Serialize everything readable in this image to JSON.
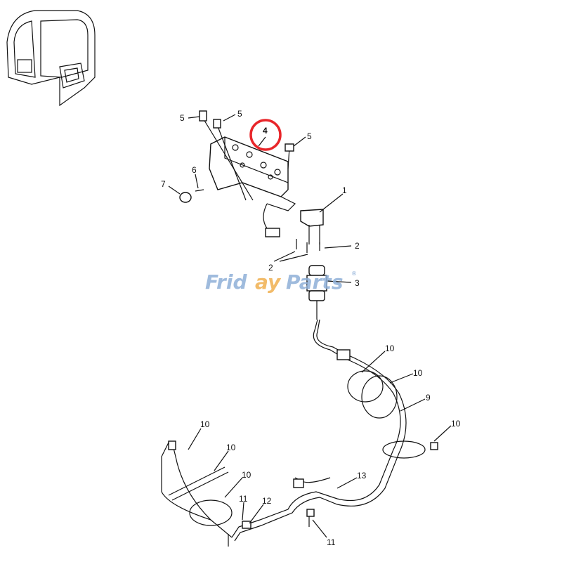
{
  "diagram": {
    "callouts": {
      "c5a": "5",
      "c5b": "5",
      "c4": "4",
      "c5c": "5",
      "c1": "1",
      "c6": "6",
      "c7": "7",
      "c2a": "2",
      "c2b": "2",
      "c3": "3",
      "c10a": "10",
      "c10b": "10",
      "c9": "9",
      "c10c": "10",
      "c10d": "10",
      "c10e": "10",
      "c10f": "10",
      "c11a": "11",
      "c12": "12",
      "c13": "13",
      "c11b": "11"
    },
    "highlight": {
      "target": "4",
      "color": "#e8262a"
    },
    "watermark": {
      "brand_left": "Frid",
      "brand_mid": "ay",
      "brand_right": "Parts",
      "reg": "®",
      "color": "#8fb0d8",
      "accent": "#f0b050"
    }
  }
}
